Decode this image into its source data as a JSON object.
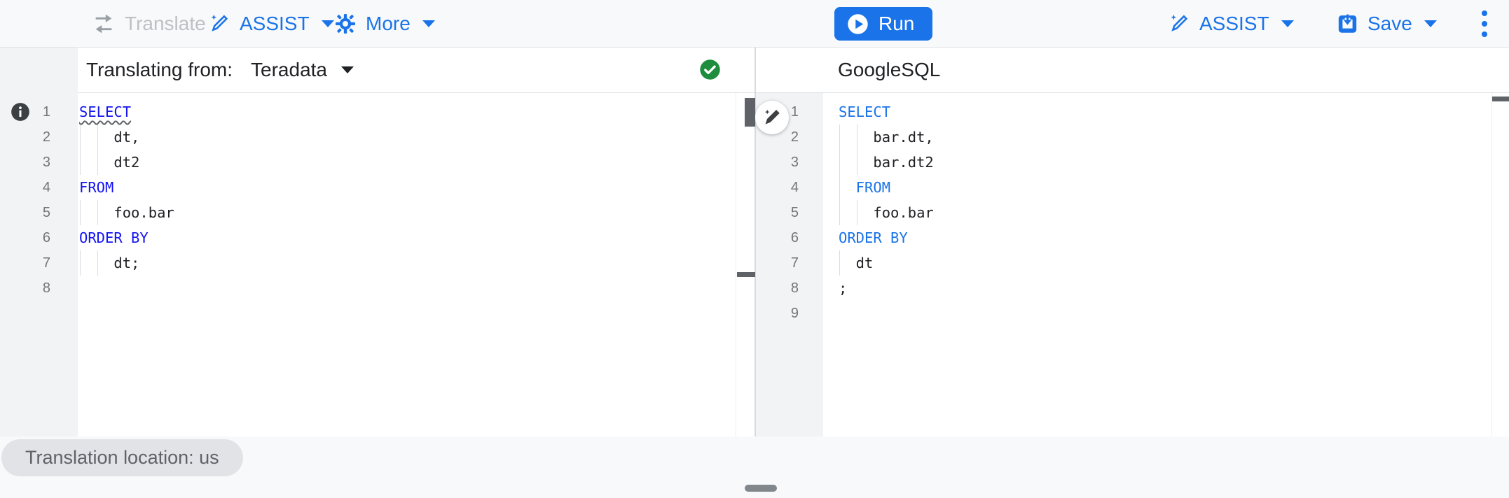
{
  "colors": {
    "brand_blue": "#1a73e8",
    "run_button_bg": "#1a73e8",
    "source_keyword": "#1414f0",
    "target_keyword": "#1a73e8",
    "code_text": "#202124",
    "line_number": "#757575",
    "disabled_text": "#bdc1c6",
    "disabled_icon": "#9aa0a6",
    "success_green": "#1e8e3e",
    "chip_bg": "#e1e3e6",
    "chip_text": "#5f6368",
    "toolbar_bg": "#f8f9fa",
    "gutter_bg": "#f1f3f4",
    "border": "#e0e2e5",
    "scroll_thumb": "#5f6368"
  },
  "icons": {
    "translate": "swap-horizontal-arrows",
    "assist": "magic-pen-sparkle",
    "more": "gear",
    "run": "play-circle",
    "save": "save-box-down-arrow",
    "overflow": "three-dots-vertical",
    "status": "check-circle-green",
    "info": "info-circle-dark",
    "wand": "magic-pen-sparkle"
  },
  "toolbar": {
    "translate_label": "Translate",
    "assist_label": "ASSIST",
    "more_label": "More",
    "run_label": "Run",
    "assist_right_label": "ASSIST",
    "save_label": "Save"
  },
  "left_panel": {
    "header_label": "Translating from:",
    "dialect": "Teradata",
    "lines": [
      {
        "n": 1,
        "indent": 0,
        "guides": 0,
        "tokens": [
          {
            "text": "SELECT",
            "type": "keyword",
            "squiggle": true
          }
        ]
      },
      {
        "n": 2,
        "indent": 4,
        "guides": 2,
        "tokens": [
          {
            "text": "dt,",
            "type": "plain"
          }
        ]
      },
      {
        "n": 3,
        "indent": 4,
        "guides": 2,
        "tokens": [
          {
            "text": "dt2",
            "type": "plain"
          }
        ]
      },
      {
        "n": 4,
        "indent": 0,
        "guides": 0,
        "tokens": [
          {
            "text": "FROM",
            "type": "keyword"
          }
        ]
      },
      {
        "n": 5,
        "indent": 4,
        "guides": 2,
        "tokens": [
          {
            "text": "foo.bar",
            "type": "plain"
          }
        ]
      },
      {
        "n": 6,
        "indent": 0,
        "guides": 0,
        "tokens": [
          {
            "text": "ORDER BY",
            "type": "keyword"
          }
        ]
      },
      {
        "n": 7,
        "indent": 4,
        "guides": 2,
        "tokens": [
          {
            "text": "dt;",
            "type": "plain"
          }
        ]
      },
      {
        "n": 8,
        "indent": 0,
        "guides": 0,
        "tokens": []
      }
    ]
  },
  "right_panel": {
    "header_label": "GoogleSQL",
    "lines": [
      {
        "n": 1,
        "indent": 0,
        "guides": 0,
        "tokens": [
          {
            "text": "SELECT",
            "type": "keyword"
          }
        ]
      },
      {
        "n": 2,
        "indent": 4,
        "guides": 2,
        "tokens": [
          {
            "text": "bar.dt,",
            "type": "plain"
          }
        ]
      },
      {
        "n": 3,
        "indent": 4,
        "guides": 2,
        "tokens": [
          {
            "text": "bar.dt2",
            "type": "plain"
          }
        ]
      },
      {
        "n": 4,
        "indent": 2,
        "guides": 1,
        "tokens": [
          {
            "text": "FROM",
            "type": "keyword"
          }
        ]
      },
      {
        "n": 5,
        "indent": 4,
        "guides": 2,
        "tokens": [
          {
            "text": "foo.bar",
            "type": "plain"
          }
        ]
      },
      {
        "n": 6,
        "indent": 0,
        "guides": 0,
        "tokens": [
          {
            "text": "ORDER BY",
            "type": "keyword"
          }
        ]
      },
      {
        "n": 7,
        "indent": 2,
        "guides": 1,
        "tokens": [
          {
            "text": "dt",
            "type": "plain"
          }
        ]
      },
      {
        "n": 8,
        "indent": 0,
        "guides": 0,
        "tokens": [
          {
            "text": ";",
            "type": "plain"
          }
        ]
      },
      {
        "n": 9,
        "indent": 0,
        "guides": 0,
        "tokens": []
      }
    ]
  },
  "footer": {
    "location_chip": "Translation location: us"
  }
}
